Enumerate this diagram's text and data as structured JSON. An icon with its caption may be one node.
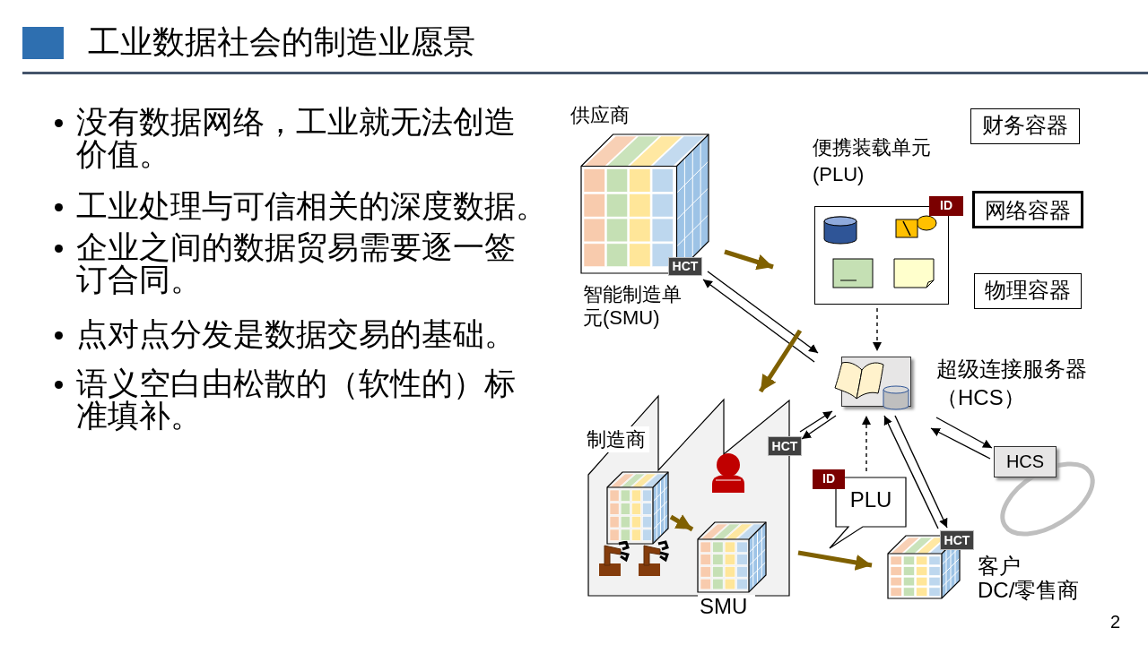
{
  "diagram": {
    "title": "工业数据社会的制造业愿景",
    "nodes": [
      {
        "text": [
          "供应商"
        ],
        "beside": [
          "智能制造单元(SMU)"
        ]
      },
      {
        "text": [
          "HCT"
        ],
        "in": 0
      },
      {
        "text": [
          "便携装载单元 (PLU)"
        ]
      },
      {
        "text": [
          "ID"
        ]
      },
      {
        "text": [
          "财务容器"
        ]
      },
      {
        "text": [
          "网络容器"
        ]
      },
      {
        "text": [
          "物理容器"
        ]
      },
      {
        "text": [
          "超级连接服务器（HCS）"
        ]
      },
      {
        "text": [
          "制造商"
        ]
      },
      {
        "text": [
          "HCT"
        ]
      },
      {
        "text": [],
        "shape": "cube",
        "in": 8
      },
      {
        "text": [],
        "shape": "cube",
        "in": 8,
        "beside": [
          "SMU"
        ]
      },
      {
        "text": [
          "PLU"
        ]
      },
      {
        "text": [
          "ID"
        ]
      },
      {
        "text": [],
        "shape": "cube",
        "beside": [
          "客户",
          "DC/零售商"
        ]
      },
      {
        "text": [
          "HCT"
        ]
      },
      {
        "text": [
          "HCS"
        ]
      }
    ],
    "edges": [
      {
        "from": 0,
        "to": 2,
        "arrow": "to",
        "style": "thick",
        "color": "#7f6000"
      },
      {
        "from": 7,
        "to": 1,
        "arrow": "to"
      },
      {
        "from": 1,
        "to": 7,
        "arrow": "to"
      },
      {
        "from": 2,
        "to": 8,
        "arrow": "to",
        "style": "thick",
        "color": "#7f6000"
      },
      {
        "from": 2,
        "to": 7,
        "arrow": "to",
        "style": "dashed"
      },
      {
        "from": 9,
        "to": 7,
        "arrow": "to"
      },
      {
        "from": 7,
        "to": 9,
        "arrow": "to"
      },
      {
        "from": 12,
        "to": 7,
        "arrow": "to",
        "style": "dashed"
      },
      {
        "from": 7,
        "to": 14,
        "arrow": "to"
      },
      {
        "from": 14,
        "to": 7,
        "arrow": "to"
      },
      {
        "from": 7,
        "to": 16,
        "arrow": "to"
      },
      {
        "from": 16,
        "to": 7,
        "arrow": "to"
      },
      {
        "from": 10,
        "to": 11,
        "arrow": "to",
        "style": "thick",
        "color": "#7f6000"
      },
      {
        "from": 8,
        "to": 14,
        "arrow": "to",
        "style": "thick",
        "color": "#7f6000"
      }
    ],
    "labels": [
      "没有数据网络，工业就无法创造价值。",
      "工业处理与可信相关的深度数据。",
      "企业之间的数据贸易需要逐一签订合同。",
      "点对点分发是数据交易的基础。",
      "语义空白由松散的（软性的）标准填补。",
      "2"
    ]
  }
}
